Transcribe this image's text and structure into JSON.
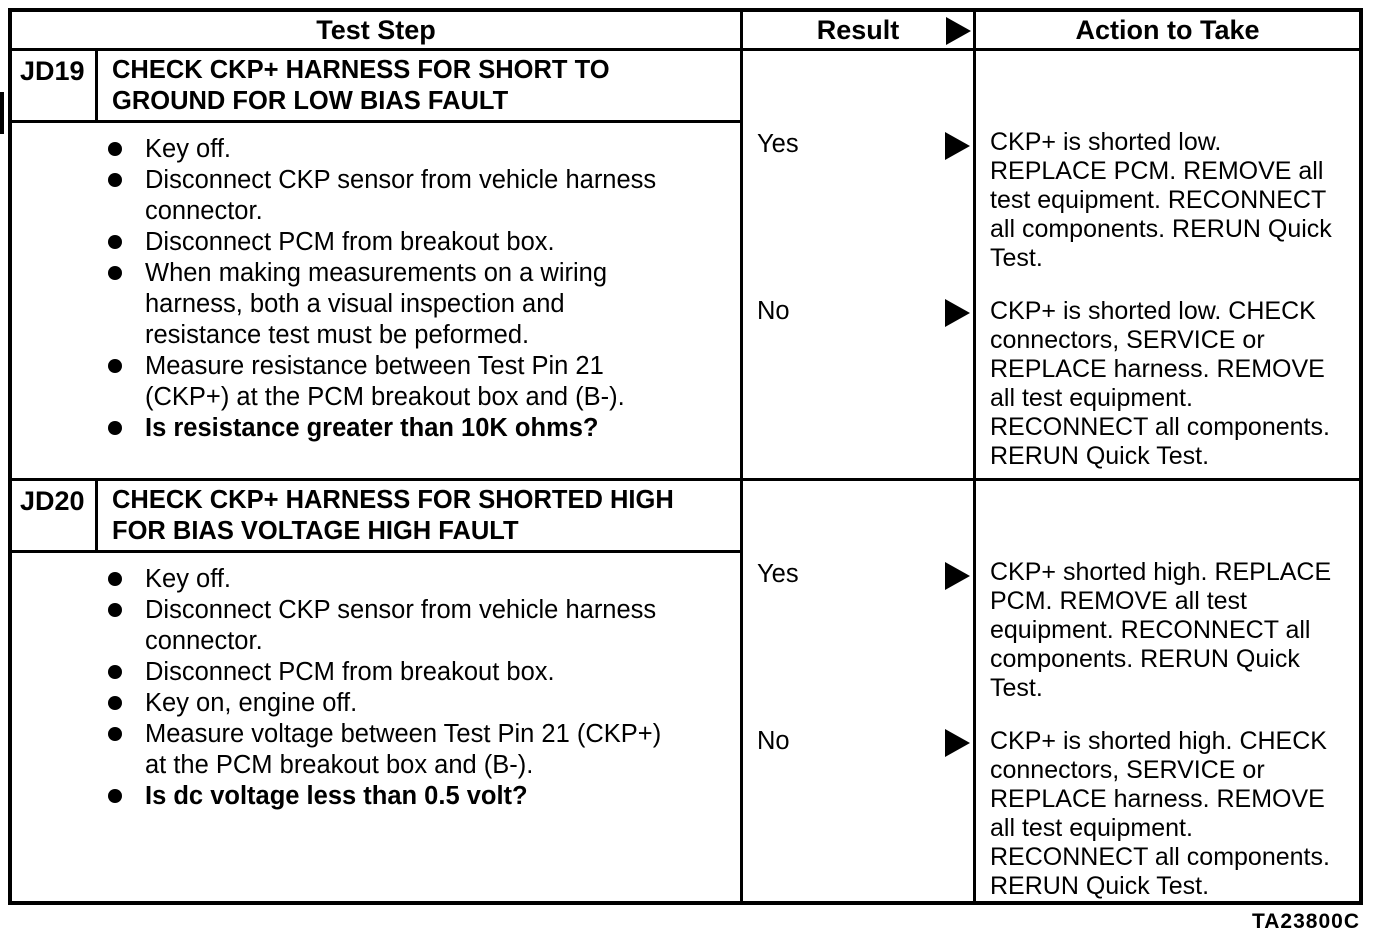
{
  "header": {
    "col_test_step": "Test Step",
    "col_result": "Result",
    "col_action": "Action to Take"
  },
  "icons": {
    "result_arrow": "right-filled-triangle"
  },
  "tests": [
    {
      "id": "JD19",
      "title": "CHECK CKP+ HARNESS FOR SHORT TO\nGROUND FOR LOW BIAS FAULT",
      "steps": [
        {
          "text": "Key off."
        },
        {
          "text": "Disconnect CKP sensor from vehicle harness\nconnector."
        },
        {
          "text": "Disconnect PCM from breakout box."
        },
        {
          "text": "When making measurements on a wiring\nharness, both a visual inspection and\nresistance test must be peformed."
        },
        {
          "text": "Measure resistance between Test Pin 21\n(CKP+) at the PCM breakout box and (B-)."
        },
        {
          "text": "Is resistance greater than 10K ohms?",
          "emphasis": true
        }
      ],
      "results": [
        {
          "label": "Yes",
          "action": "CKP+ is shorted low.\nREPLACE PCM. REMOVE all\ntest equipment. RECONNECT\nall components. RERUN Quick\nTest."
        },
        {
          "label": "No",
          "action": "CKP+ is shorted low. CHECK\nconnectors, SERVICE or\nREPLACE harness. REMOVE\nall test equipment.\nRECONNECT all components.\nRERUN Quick Test."
        }
      ]
    },
    {
      "id": "JD20",
      "title": "CHECK CKP+ HARNESS FOR SHORTED HIGH\nFOR BIAS VOLTAGE HIGH FAULT",
      "steps": [
        {
          "text": "Key off."
        },
        {
          "text": "Disconnect CKP sensor from vehicle harness\nconnector."
        },
        {
          "text": "Disconnect PCM from breakout box."
        },
        {
          "text": "Key on, engine off."
        },
        {
          "text": "Measure voltage between Test Pin 21 (CKP+)\nat the PCM breakout box and (B-)."
        },
        {
          "text": "Is dc voltage less than 0.5 volt?",
          "emphasis": true
        }
      ],
      "results": [
        {
          "label": "Yes",
          "action": "CKP+ shorted high. REPLACE\nPCM. REMOVE all test\nequipment. RECONNECT all\ncomponents. RERUN Quick\nTest."
        },
        {
          "label": "No",
          "action": "CKP+ is shorted high. CHECK\nconnectors, SERVICE or\nREPLACE harness. REMOVE\nall test equipment.\nRECONNECT all components.\nRERUN Quick Test."
        }
      ]
    }
  ],
  "footer": {
    "figure_code": "TA23800C"
  }
}
